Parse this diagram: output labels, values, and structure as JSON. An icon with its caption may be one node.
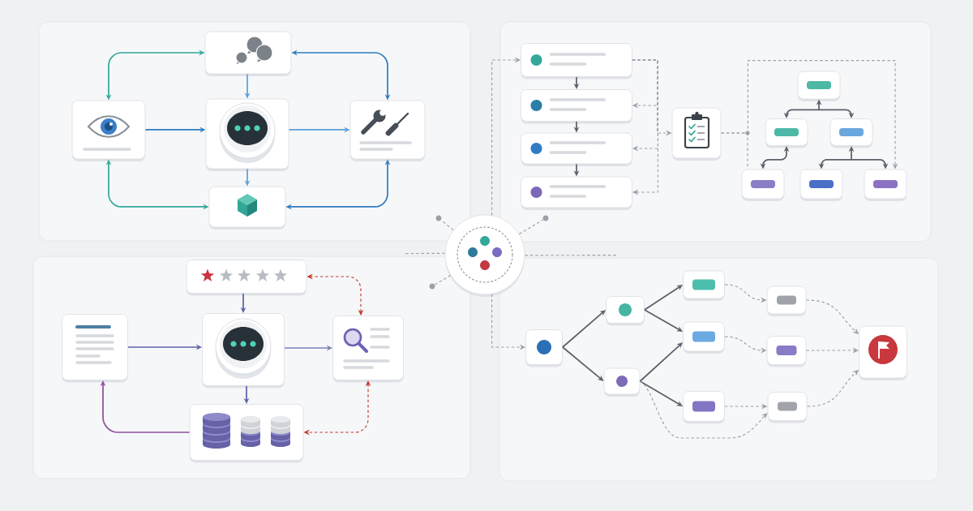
{
  "diagram": {
    "nodes": [
      {
        "text": [],
        "shape": "box"
      },
      {
        "text": [],
        "shape": "box",
        "in": 0
      },
      {
        "text": [],
        "shape": "box",
        "in": 0
      },
      {
        "text": [],
        "shape": "box",
        "in": 0
      },
      {
        "text": [],
        "shape": "box",
        "in": 0
      },
      {
        "text": [],
        "shape": "box",
        "in": 0
      },
      {
        "text": [],
        "shape": "box"
      },
      {
        "text": [],
        "shape": "box",
        "in": 6
      },
      {
        "text": [],
        "shape": "box",
        "in": 6
      },
      {
        "text": [],
        "shape": "box",
        "in": 6
      },
      {
        "text": [],
        "shape": "box",
        "in": 6
      },
      {
        "text": [],
        "shape": "box",
        "in": 6
      },
      {
        "text": [],
        "shape": "box",
        "in": 6
      },
      {
        "text": [],
        "shape": "box",
        "in": 6
      },
      {
        "text": [],
        "shape": "box",
        "in": 6
      },
      {
        "text": [],
        "shape": "box",
        "in": 6
      },
      {
        "text": [],
        "shape": "box",
        "in": 6
      },
      {
        "text": [],
        "shape": "box",
        "in": 6
      },
      {
        "text": [],
        "shape": "box"
      },
      {
        "text": [],
        "shape": "box",
        "in": 18
      },
      {
        "text": [],
        "shape": "box",
        "in": 18
      },
      {
        "text": [],
        "shape": "box",
        "in": 18
      },
      {
        "text": [],
        "shape": "box",
        "in": 18
      },
      {
        "text": [],
        "shape": "box",
        "in": 18
      },
      {
        "text": [],
        "shape": "box"
      },
      {
        "text": [],
        "shape": "box",
        "in": 24
      },
      {
        "text": [],
        "shape": "box",
        "in": 24
      },
      {
        "text": [],
        "shape": "box",
        "in": 24
      },
      {
        "text": [],
        "shape": "box",
        "in": 24
      },
      {
        "text": [],
        "shape": "box",
        "in": 24
      },
      {
        "text": [],
        "shape": "box",
        "in": 24
      },
      {
        "text": [],
        "shape": "box",
        "in": 24
      },
      {
        "text": [],
        "shape": "box",
        "in": 24
      },
      {
        "text": [],
        "shape": "box",
        "in": 24
      },
      {
        "text": [],
        "shape": "box",
        "in": 24
      },
      {
        "text": [],
        "shape": "circle"
      },
      {
        "text": [],
        "shape": "circle",
        "in": 0
      },
      {
        "text": [],
        "shape": "circle",
        "in": 6
      },
      {
        "text": [],
        "shape": "circle",
        "in": 18
      }
    ],
    "edges": [
      {
        "from": 2,
        "to": 1,
        "arrow": "both",
        "color": "#35a89b"
      },
      {
        "from": 1,
        "to": 4,
        "arrow": "both",
        "color": "#2f7cc0"
      },
      {
        "from": 1,
        "to": 3,
        "arrow": "to",
        "color": "#5ba0da"
      },
      {
        "from": 2,
        "to": 3,
        "arrow": "to",
        "color": "#2f7cc0"
      },
      {
        "from": 3,
        "to": 4,
        "arrow": "to",
        "color": "#5ba0da"
      },
      {
        "from": 3,
        "to": 5,
        "arrow": "to",
        "color": "#5ba0da"
      },
      {
        "from": 2,
        "to": 5,
        "arrow": "both",
        "color": "#35a89b"
      },
      {
        "from": 4,
        "to": 5,
        "arrow": "both",
        "color": "#2f7cc0"
      },
      {
        "from": 7,
        "to": 8,
        "arrow": "to"
      },
      {
        "from": 8,
        "to": 9,
        "arrow": "to"
      },
      {
        "from": 9,
        "to": 10,
        "arrow": "to"
      },
      {
        "from": 7,
        "to": 11,
        "arrow": "to",
        "style": "dashed"
      },
      {
        "from": 7,
        "to": 8,
        "arrow": "to",
        "style": "dashed"
      },
      {
        "from": 7,
        "to": 9,
        "arrow": "to",
        "style": "dashed"
      },
      {
        "from": 7,
        "to": 10,
        "arrow": "to",
        "style": "dashed"
      },
      {
        "from": 11,
        "to": 15,
        "arrow": "none",
        "style": "dashed"
      },
      {
        "from": 11,
        "to": 17,
        "arrow": "to",
        "style": "dashed"
      },
      {
        "from": 12,
        "to": 13,
        "arrow": "both"
      },
      {
        "from": 12,
        "to": 14,
        "arrow": "both"
      },
      {
        "from": 13,
        "to": 15,
        "arrow": "both"
      },
      {
        "from": 14,
        "to": 16,
        "arrow": "both"
      },
      {
        "from": 14,
        "to": 17,
        "arrow": "both"
      },
      {
        "from": 19,
        "to": 21,
        "arrow": "to",
        "color": "#5d62a8"
      },
      {
        "from": 20,
        "to": 21,
        "arrow": "to",
        "color": "#5d62a8"
      },
      {
        "from": 21,
        "to": 22,
        "arrow": "to",
        "color": "#7a80b4"
      },
      {
        "from": 21,
        "to": 23,
        "arrow": "to",
        "color": "#5d62a8"
      },
      {
        "from": 23,
        "to": 20,
        "arrow": "to",
        "color": "#8f4f9a"
      },
      {
        "from": 22,
        "to": 19,
        "arrow": "both",
        "style": "dashed",
        "color": "#c0392b"
      },
      {
        "from": 22,
        "to": 23,
        "arrow": "both",
        "style": "dashed",
        "color": "#c0392b"
      },
      {
        "from": 25,
        "to": 26,
        "arrow": "to"
      },
      {
        "from": 25,
        "to": 27,
        "arrow": "to"
      },
      {
        "from": 26,
        "to": 28,
        "arrow": "to"
      },
      {
        "from": 26,
        "to": 29,
        "arrow": "to"
      },
      {
        "from": 27,
        "to": 29,
        "arrow": "to"
      },
      {
        "from": 27,
        "to": 30,
        "arrow": "to"
      },
      {
        "from": 27,
        "to": 33,
        "arrow": "to",
        "style": "dashed"
      },
      {
        "from": 28,
        "to": 31,
        "arrow": "to",
        "style": "dashed"
      },
      {
        "from": 29,
        "to": 32,
        "arrow": "to",
        "style": "dashed"
      },
      {
        "from": 30,
        "to": 33,
        "arrow": "to",
        "style": "dashed"
      },
      {
        "from": 31,
        "to": 34,
        "arrow": "to",
        "style": "dashed"
      },
      {
        "from": 32,
        "to": 34,
        "arrow": "to",
        "style": "dashed"
      },
      {
        "from": 33,
        "to": 34,
        "arrow": "to",
        "style": "dashed"
      },
      {
        "from": 35,
        "to": 7,
        "arrow": "to",
        "style": "dashed"
      },
      {
        "from": 35,
        "to": 25,
        "arrow": "to",
        "style": "dashed"
      },
      {
        "from": 35,
        "to": 18,
        "arrow": "none",
        "style": "dashed"
      },
      {
        "from": 35,
        "to": 24,
        "arrow": "none",
        "style": "dashed"
      },
      {
        "from": 35,
        "to": 36,
        "arrow": "none",
        "style": "dashed"
      },
      {
        "from": 35,
        "to": 37,
        "arrow": "none",
        "style": "dashed"
      },
      {
        "from": 35,
        "to": 38,
        "arrow": "none",
        "style": "dashed"
      }
    ]
  }
}
